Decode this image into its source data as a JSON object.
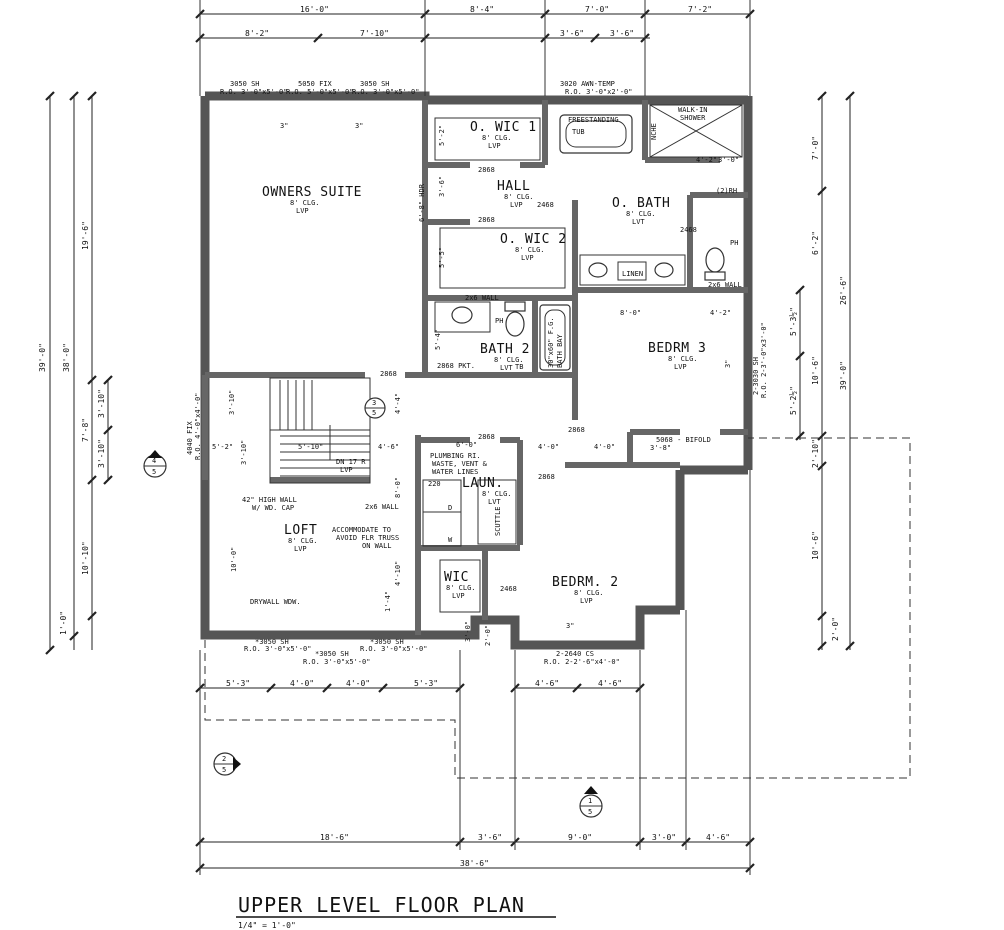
{
  "title": "UPPER LEVEL FLOOR PLAN",
  "scale": "1/4\" = 1'-0\"",
  "rooms": [
    {
      "name": "OWNERS SUITE",
      "sub1": "8' CLG.",
      "sub2": "LVP"
    },
    {
      "name": "O. WIC 1",
      "sub1": "8' CLG.",
      "sub2": "LVP"
    },
    {
      "name": "HALL",
      "sub1": "8' CLG.",
      "sub2": "LVP"
    },
    {
      "name": "O. WIC 2",
      "sub1": "8' CLG.",
      "sub2": "LVP"
    },
    {
      "name": "O. BATH",
      "sub1": "8' CLG.",
      "sub2": "LVT"
    },
    {
      "name": "BATH 2",
      "sub1": "8' CLG.",
      "sub2": "LVT"
    },
    {
      "name": "BEDRM 3",
      "sub1": "8' CLG.",
      "sub2": "LVP"
    },
    {
      "name": "LAUN.",
      "sub1": "8' CLG.",
      "sub2": "LVT"
    },
    {
      "name": "LOFT",
      "sub1": "8' CLG.",
      "sub2": "LVP"
    },
    {
      "name": "WIC",
      "sub1": "8' CLG.",
      "sub2": "LVP"
    },
    {
      "name": "BEDRM. 2",
      "sub1": "8' CLG.",
      "sub2": "LVP"
    }
  ],
  "top_dims_row1": [
    "16'-0\"",
    "8'-4\"",
    "7'-0\"",
    "7'-2\""
  ],
  "top_dims_row2": [
    "8'-2\"",
    "7'-10\"",
    "3'-6\"",
    "3'-6\""
  ],
  "bottom_dims_row1": [
    "5'-3\"",
    "4'-0\"",
    "4'-0\"",
    "5'-3\"",
    "4'-6\"",
    "4'-6\""
  ],
  "bottom_dims_row2": [
    "18'-6\"",
    "3'-6\"",
    "9'-0\"",
    "3'-0\"",
    "4'-6\""
  ],
  "bottom_total": "38'-6\"",
  "left_dims": {
    "a": "19'-6\"",
    "b": "38'-0\"",
    "c": "39'-0\"",
    "d": "7'-8\"",
    "e": "3'-10\"",
    "f": "3'-10\"",
    "g": "10'-10\"",
    "h": "1'-0\""
  },
  "right_dims": {
    "a": "7'-0\"",
    "b": "6'-2\"",
    "c": "26'-6\"",
    "d": "39'-0\"",
    "e": "5'-3½\"",
    "f": "10'-6\"",
    "g": "5'-2½\"",
    "h": "2'-10\"",
    "i": "10'-6\"",
    "j": "2'-0\""
  },
  "windows_top": [
    {
      "id": "3050 SH",
      "ro": "R.O. 3'-0\"x5'-0\""
    },
    {
      "id": "5050 FIX",
      "ro": "R.O. 5'-0\"x5'-0\""
    },
    {
      "id": "3050 SH",
      "ro": "R.O. 3'-0\"x5'-0\""
    },
    {
      "id": "3020 AWN-TEMP",
      "ro": "R.O. 3'-0\"x2'-0\""
    }
  ],
  "windows_bottom": [
    {
      "id": "*3050 SH",
      "ro": "R.O. 3'-0\"x5'-0\""
    },
    {
      "id": "*3050 SH",
      "ro": "R.O. 3'-0\"x5'-0\""
    },
    {
      "id": "*3050 SH",
      "ro": "R.O. 3'-0\"x5'-0\""
    },
    {
      "id": "2-2640 CS",
      "ro": "R.O. 2-2'-6\"x4'-0\""
    }
  ],
  "notes": {
    "walkin": "WALK-IN",
    "shower": "SHOWER",
    "freestanding": "FREESTANDING",
    "tub": "TUB",
    "nche": "NCHE",
    "linen": "LINEN",
    "wall2x6": "2x6 WALL",
    "wall2x6b": "2x6 WALL",
    "wall2x6c": "2x6 WALL",
    "ph1": "PH",
    "ph2": "PH",
    "tb": "TB",
    "rh": "(2)RH",
    "bathbay": "30\"x60\" F.G.",
    "bathbay2": "BATH BAY",
    "hdr": "6'-8\" HDR",
    "d2868a": "2868",
    "d2868b": "2868",
    "d2868c": "2868",
    "d2868d": "2868",
    "d2868e": "2868",
    "d2868f": "2868",
    "d2868pkt": "2868 PKT.",
    "d2468a": "2468",
    "d2468b": "2468",
    "d2468c": "2468",
    "bifold": "5068 - BIFOLD",
    "plumb1": "PLUMBING RI.",
    "plumb2": "WASTE, VENT &",
    "plumb3": "WATER LINES",
    "v220": "220",
    "dryer": "D",
    "washer": "W",
    "scuttle": "SCUTTLE",
    "highwall1": "42\" HIGH WALL",
    "highwall2": "W/ WD. CAP",
    "accom1": "ACCOMMODATE TO",
    "accom2": "AVOID FLR TRUSS",
    "accom3": "ON WALL",
    "drywall": "DRYWALL WDW.",
    "dn": "DN 17 R",
    "lvp": "LVP",
    "fix4040": "4040 FIX",
    "fix4040ro": "R.O. 4'-0\"x4'-0\"",
    "sh2030": "2-3030 SH",
    "sh2030ro": "R.O. 2-3'-0\"x3'-0\"",
    "inch3a": "3\"",
    "inch3b": "3\"",
    "inch3c": "3\"",
    "inch3d": "3\""
  },
  "inner_dims": {
    "d1": "4'-2\"",
    "d2": "3'-0\"",
    "d3": "8'-0\"",
    "d4": "4'-2\"",
    "d5": "6'-0\"",
    "d6": "4'-0\"",
    "d7": "4'-0\"",
    "d8": "3'-8\"",
    "d9": "4'-6\"",
    "d10": "5'-2\"",
    "d11": "5'-10\"",
    "d12": "5'-2\"",
    "d13": "5'-5\"",
    "d14": "5'-4\"",
    "d15": "3'-6\"",
    "d16": "3'-10\"",
    "d17": "3'-10\"",
    "d18": "4'-4\"",
    "d19": "8'-0\"",
    "d20": "10'-0\"",
    "d21": "4'-10\"",
    "d22": "1'-4\"",
    "d23": "2'-0\"",
    "d24": "3'-0\""
  },
  "section_marks": [
    {
      "num": "3",
      "sheet": "5"
    },
    {
      "num": "4",
      "sheet": "5"
    },
    {
      "num": "2",
      "sheet": "5"
    },
    {
      "num": "1",
      "sheet": "5"
    }
  ]
}
